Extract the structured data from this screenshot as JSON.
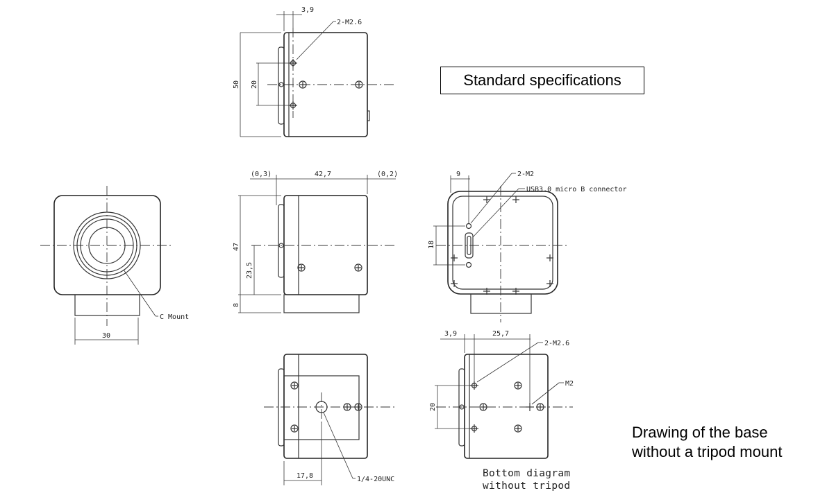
{
  "labels": {
    "standard_specifications": "Standard specifications",
    "base_note": [
      "Drawing of the base",
      "without a tripod mount"
    ],
    "bottom_caption": [
      "Bottom diagram",
      "without tripod"
    ]
  },
  "dimensions": {
    "top": {
      "offset": "3,9",
      "screw": "2-M2.6",
      "height": "50",
      "spacing": "20"
    },
    "front": {
      "mount": "C Mount",
      "width": "30"
    },
    "side": {
      "gap_left": "(0,3)",
      "length": "42,7",
      "gap_right": "(0,2)",
      "height": "47",
      "center": "23,5",
      "base": "8"
    },
    "rear": {
      "offset": "9",
      "screw": "2-M2",
      "connector": "USB3.0 micro B connector",
      "spacing": "18"
    },
    "bottom": {
      "distance": "17,8",
      "thread": "1/4-20UNC"
    },
    "base": {
      "offset": "3,9",
      "distance": "25,7",
      "screw": "2-M2.6",
      "center_screw": "M2",
      "spacing": "20"
    }
  }
}
